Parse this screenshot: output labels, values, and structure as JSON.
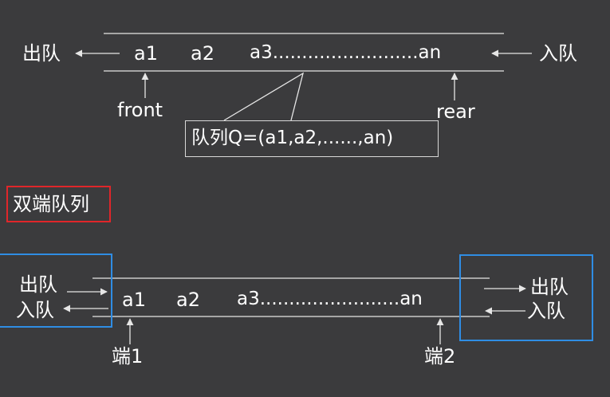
{
  "colors": {
    "background": "#3b3b3d",
    "text": "#ffffff",
    "line": "#e6e6e6",
    "red_frame": "#e0262a",
    "blue_frame": "#2f8de4"
  },
  "queue": {
    "dequeue_label": "出队",
    "enqueue_label": "入队",
    "elements": [
      "a1",
      "a2",
      "a3.........................an"
    ],
    "front_label": "front",
    "rear_label": "rear",
    "caption": "队列Q=(a1,a2,......,an)"
  },
  "deque": {
    "title": "双端队列",
    "left_out_label": "出队",
    "left_in_label": "入队",
    "right_out_label": "出队",
    "right_in_label": "入队",
    "elements": [
      "a1",
      "a2",
      "a3........................an"
    ],
    "end1_label": "端1",
    "end2_label": "端2"
  }
}
